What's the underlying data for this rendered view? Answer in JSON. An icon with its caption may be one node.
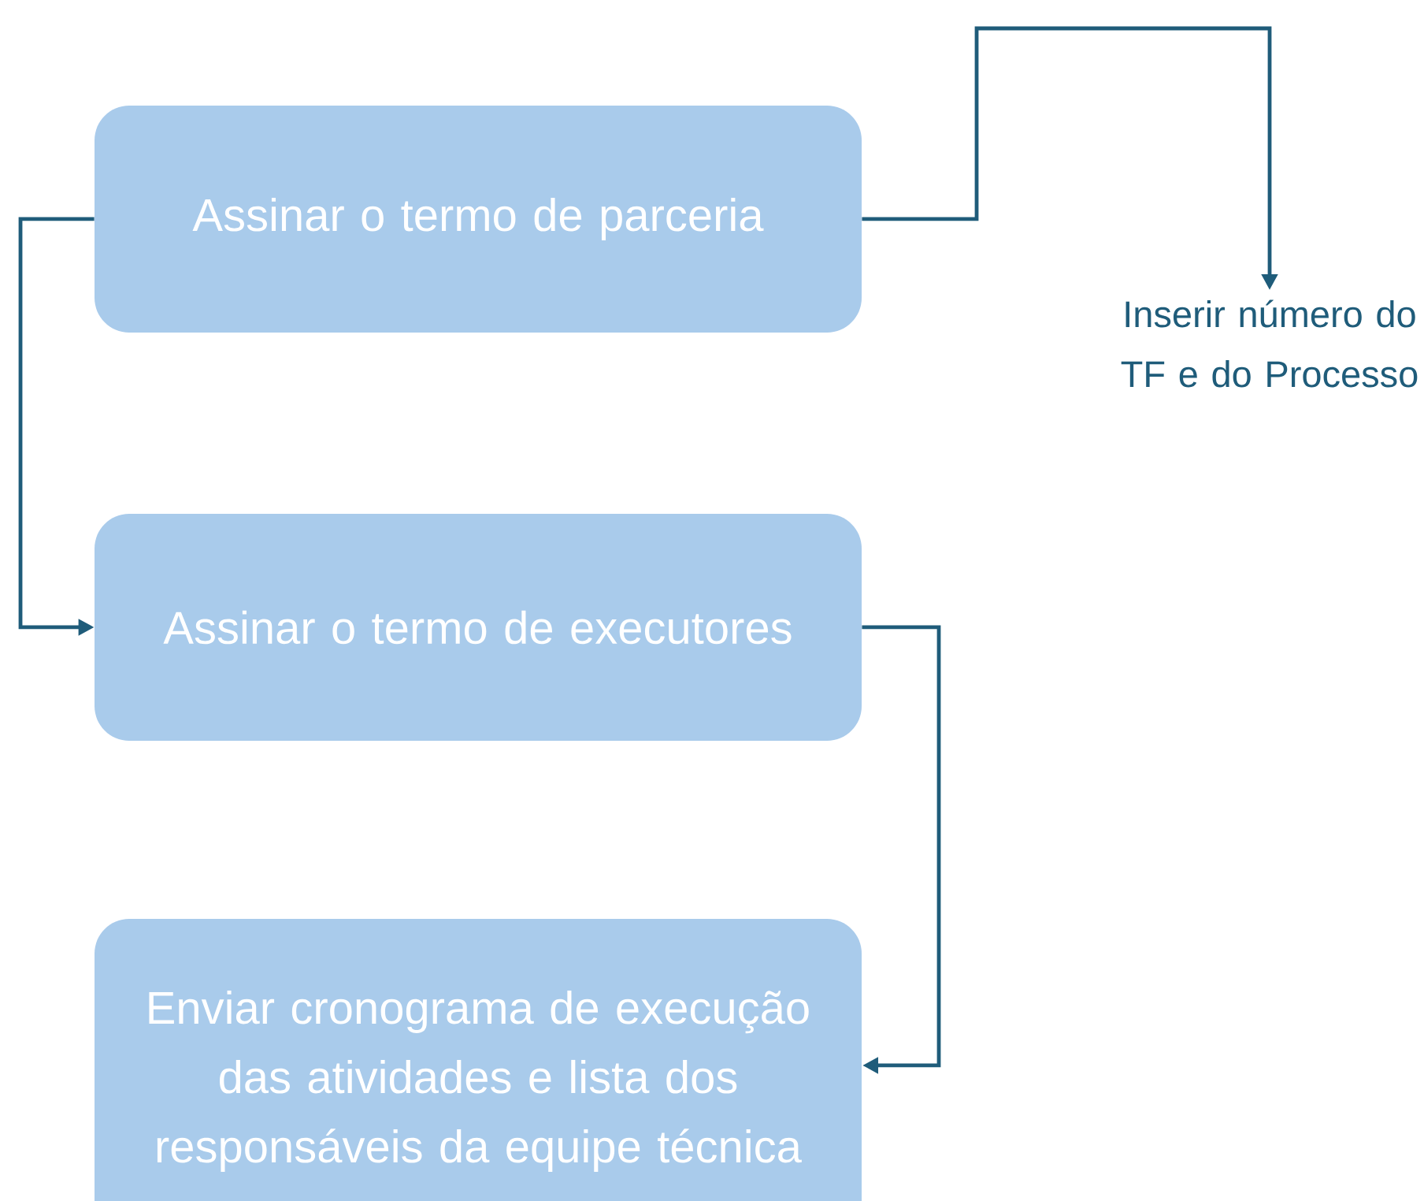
{
  "diagram": {
    "nodes": [
      {
        "text": [
          "Assinar o termo de parceria"
        ]
      },
      {
        "text": [
          "Assinar o termo de executores"
        ]
      },
      {
        "text": [
          "Enviar cronograma de execução das atividades e lista dos responsáveis da equipe técnica"
        ]
      },
      {
        "text": [
          "Inserir número do TF e do Processo"
        ]
      }
    ],
    "edges": [
      {
        "from": 0,
        "to": 3,
        "arrow": "to"
      },
      {
        "from": 0,
        "to": 1,
        "arrow": "to"
      },
      {
        "from": 1,
        "to": 2,
        "arrow": "to"
      }
    ]
  }
}
